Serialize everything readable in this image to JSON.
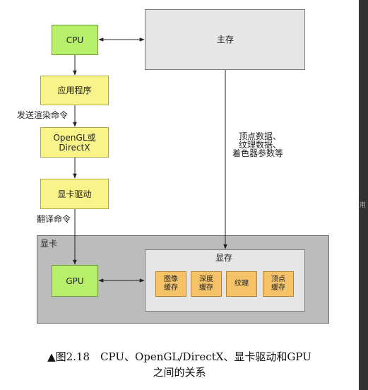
{
  "nodes": {
    "cpu": "CPU",
    "main_memory": "主存",
    "app": "应用程序",
    "api_line1": "OpenGL或",
    "api_line2": "DirectX",
    "driver": "显卡驱动",
    "graphics_card": "显卡",
    "gpu": "GPU",
    "video_memory": "显存",
    "image_cache": [
      "图像",
      "缓存"
    ],
    "depth_cache": [
      "深度",
      "缓存"
    ],
    "texture": "纹理",
    "vertex_cache": [
      "顶点",
      "缓存"
    ]
  },
  "edge_labels": {
    "send_render": "发送渲染命令",
    "translate": "翻译命令",
    "data_line1": "顶点数据、",
    "data_line2": "纹理数据、",
    "data_line3": "着色器参数等"
  },
  "caption": {
    "line1": "▲图2.18　CPU、OpenGL/DirectX、显卡驱动和GPU",
    "line2": "之间的关系"
  },
  "edge_fragment": "用",
  "colors": {
    "green": "#b8ef6a",
    "yellow": "#f9f48a",
    "orange": "#f5c268",
    "light_gray": "#e6e6e6",
    "dark_gray": "#bcbcbc"
  }
}
